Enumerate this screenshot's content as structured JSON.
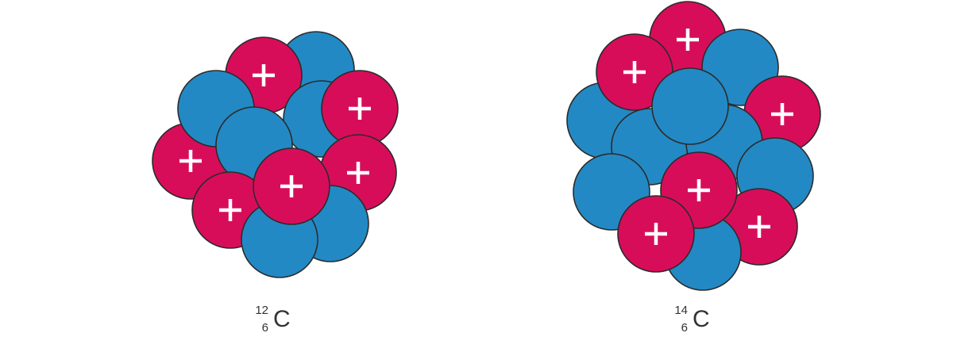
{
  "colors": {
    "proton": "#d80d5a",
    "neutron": "#2389c4",
    "outline": "#2b2b2b",
    "plus": "#ffffff"
  },
  "nuclei": [
    {
      "name": "carbon-12",
      "mass_number": "12",
      "atomic_number": "6",
      "symbol": "C",
      "protons": 6,
      "neutrons": 6
    },
    {
      "name": "carbon-14",
      "mass_number": "14",
      "atomic_number": "6",
      "symbol": "C",
      "protons": 6,
      "neutrons": 8
    }
  ]
}
